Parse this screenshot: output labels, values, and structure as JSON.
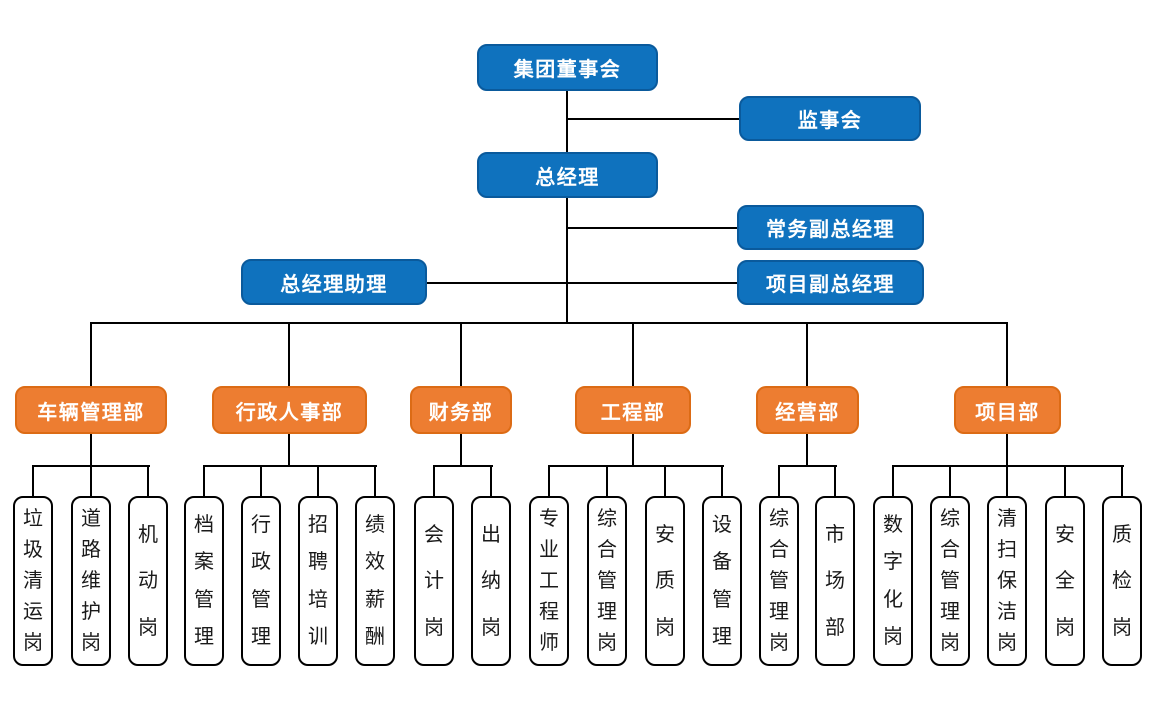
{
  "colors": {
    "node_blue": "#0F72BE",
    "node_blue_border": "#0A5A9C",
    "node_orange": "#ED7D31",
    "node_orange_border": "#DC6B15",
    "connector": "#000000",
    "position_fill": "#FFFFFF",
    "position_border": "#000000"
  },
  "leadership": {
    "board": "集团董事会",
    "supervisory": "监事会",
    "general_manager": "总经理",
    "executive_deputy_gm": "常务副总经理",
    "gm_assistant": "总经理助理",
    "project_deputy_gm": "项目副总经理"
  },
  "departments": [
    {
      "label": "车辆管理部",
      "positions": [
        "垃圾清运岗",
        "道路维护岗",
        "机动岗"
      ]
    },
    {
      "label": "行政人事部",
      "positions": [
        "档案管理",
        "行政管理",
        "招聘培训",
        "绩效薪酬"
      ]
    },
    {
      "label": "财务部",
      "positions": [
        "会计岗",
        "出纳岗"
      ]
    },
    {
      "label": "工程部",
      "positions": [
        "专业工程师",
        "综合管理岗",
        "安质岗",
        "设备管理"
      ]
    },
    {
      "label": "经营部",
      "positions": [
        "综合管理岗",
        "市场部"
      ]
    },
    {
      "label": "项目部",
      "positions": [
        "数字化岗",
        "综合管理岗",
        "清扫保洁岗",
        "安全岗",
        "质检岗"
      ]
    }
  ]
}
